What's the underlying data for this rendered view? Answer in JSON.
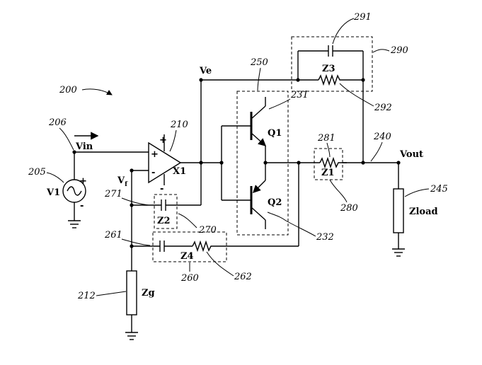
{
  "labels": {
    "vin": "Vin",
    "ve": "Ve",
    "vf": "V",
    "vf_sub": "f",
    "vout": "Vout",
    "v1": "V1",
    "x1": "X1",
    "q1": "Q1",
    "q2": "Q2",
    "z1": "Z1",
    "z2": "Z2",
    "z3": "Z3",
    "z4": "Z4",
    "zg": "Zg",
    "zload": "Zload"
  },
  "signs": {
    "plus": "+",
    "minus": "-"
  },
  "refs": {
    "r200": "200",
    "r205": "205",
    "r206": "206",
    "r210": "210",
    "r212": "212",
    "r231": "231",
    "r232": "232",
    "r240": "240",
    "r245": "245",
    "r250": "250",
    "r260": "260",
    "r261": "261",
    "r262": "262",
    "r270": "270",
    "r271": "271",
    "r280": "280",
    "r281": "281",
    "r290": "290",
    "r291": "291",
    "r292": "292"
  }
}
